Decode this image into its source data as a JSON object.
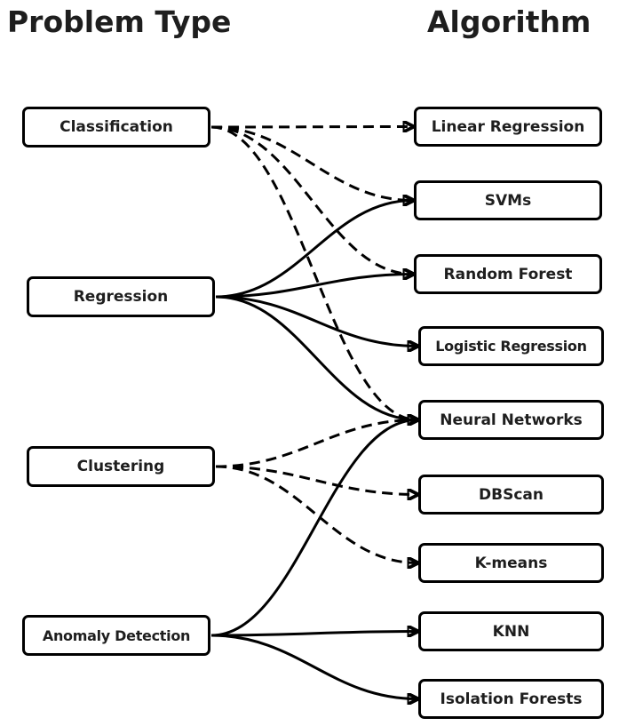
{
  "headings": {
    "left": "Problem Type",
    "right": "Algorithm"
  },
  "problem_types": [
    {
      "id": "classification",
      "label": "Classification"
    },
    {
      "id": "regression",
      "label": "Regression"
    },
    {
      "id": "clustering",
      "label": "Clustering"
    },
    {
      "id": "anomaly",
      "label": "Anomaly Detection"
    }
  ],
  "algorithms": [
    {
      "id": "linreg",
      "label": "Linear Regression"
    },
    {
      "id": "svm",
      "label": "SVMs"
    },
    {
      "id": "rf",
      "label": "Random Forest"
    },
    {
      "id": "logreg",
      "label": "Logistic Regression"
    },
    {
      "id": "nn",
      "label": "Neural Networks"
    },
    {
      "id": "dbscan",
      "label": "DBScan"
    },
    {
      "id": "kmeans",
      "label": "K-means"
    },
    {
      "id": "knn",
      "label": "KNN"
    },
    {
      "id": "iso",
      "label": "Isolation Forests"
    }
  ],
  "connections": [
    {
      "from": "classification",
      "to": "linreg",
      "style": "dashed"
    },
    {
      "from": "classification",
      "to": "svm",
      "style": "dashed"
    },
    {
      "from": "classification",
      "to": "rf",
      "style": "dashed"
    },
    {
      "from": "classification",
      "to": "nn",
      "style": "dashed"
    },
    {
      "from": "regression",
      "to": "svm",
      "style": "solid"
    },
    {
      "from": "regression",
      "to": "rf",
      "style": "solid"
    },
    {
      "from": "regression",
      "to": "logreg",
      "style": "solid"
    },
    {
      "from": "regression",
      "to": "nn",
      "style": "solid"
    },
    {
      "from": "clustering",
      "to": "nn",
      "style": "dashed"
    },
    {
      "from": "clustering",
      "to": "dbscan",
      "style": "dashed"
    },
    {
      "from": "clustering",
      "to": "kmeans",
      "style": "dashed"
    },
    {
      "from": "anomaly",
      "to": "nn",
      "style": "solid"
    },
    {
      "from": "anomaly",
      "to": "knn",
      "style": "solid"
    },
    {
      "from": "anomaly",
      "to": "iso",
      "style": "solid"
    }
  ]
}
